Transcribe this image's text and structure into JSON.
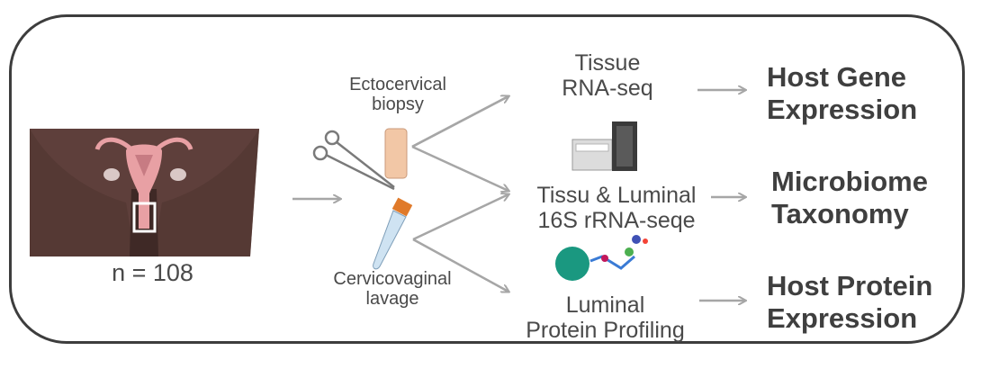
{
  "sample": {
    "count_label": "n = 108"
  },
  "samples": {
    "biopsy": {
      "line1": "Ectocervical",
      "line2": "biopsy"
    },
    "lavage": {
      "line1": "Cervicovaginal",
      "line2": "lavage"
    }
  },
  "assays": {
    "rnaseq": {
      "line1": "Tissue",
      "line2": "RNA-seq"
    },
    "16s": {
      "line1": "Tissu & Luminal",
      "line2": "16S rRNA-seqe"
    },
    "protein": {
      "line1": "Luminal",
      "line2": "Protein Profiling"
    }
  },
  "outcomes": {
    "gene": {
      "line1": "Host Gene",
      "line2": "Expression"
    },
    "microbiome": {
      "line1": "Microbiome",
      "line2": "Taxonomy"
    },
    "protein": {
      "line1": "Host Protein",
      "line2": "Expression"
    }
  },
  "colors": {
    "frame": "#3d3d3d",
    "arrow": "#a6a6a6",
    "skin": "#5e3f3b",
    "uterus": "#e8a0a4",
    "protein_bead": "#1a9880"
  }
}
